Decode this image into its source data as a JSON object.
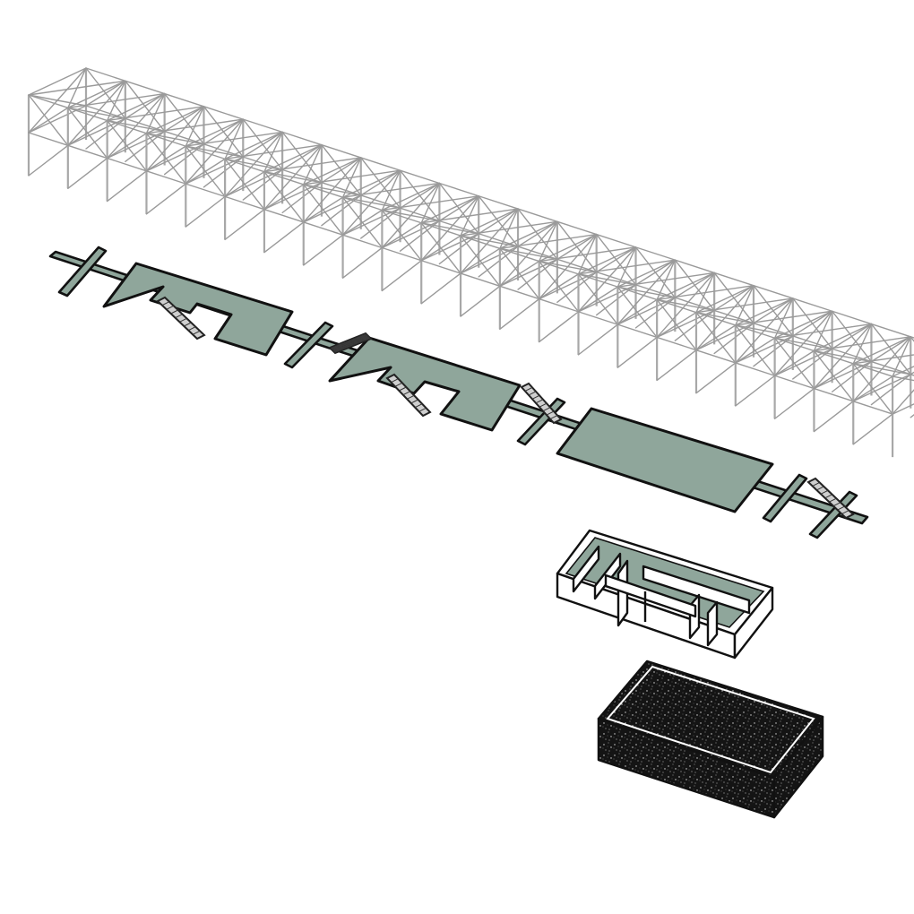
{
  "diagram": {
    "layers": [
      {
        "id": "structural-frame",
        "kind": "space-frame"
      },
      {
        "id": "floor-plates",
        "kind": "slab"
      },
      {
        "id": "interior-module",
        "kind": "open-box"
      },
      {
        "id": "earth-block",
        "kind": "solid"
      }
    ]
  },
  "colors": {
    "background": "#ffffff",
    "frame": "#9a9a9a",
    "slab": "#8fa69b",
    "outline": "#111111",
    "soil": "#1a1a1a"
  }
}
